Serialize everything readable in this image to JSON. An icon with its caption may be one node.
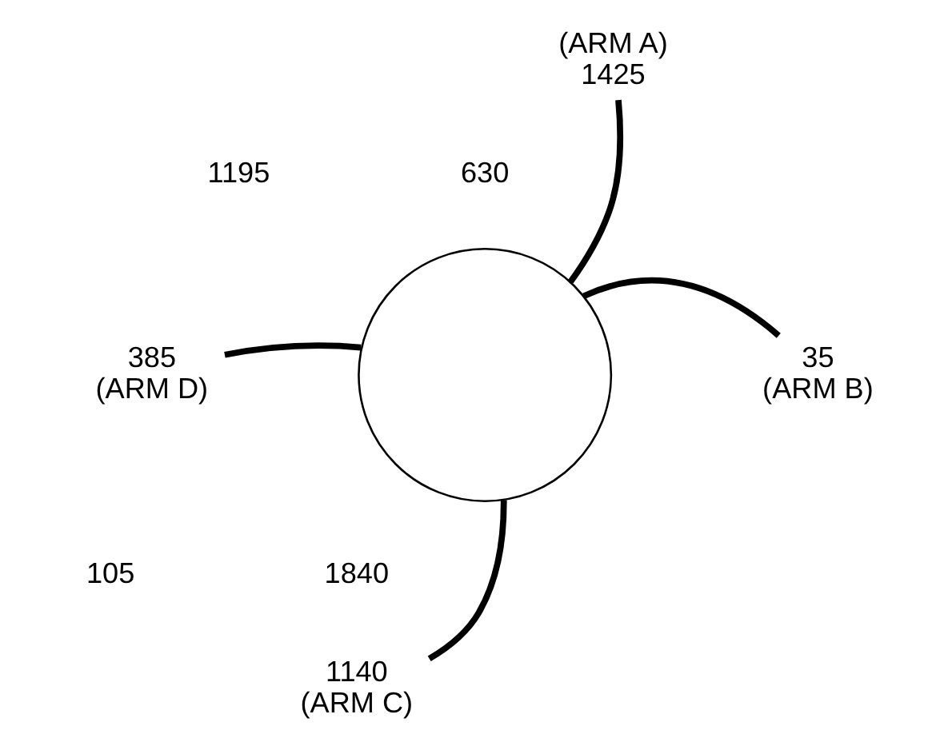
{
  "diagram": {
    "nodes": [
      {
        "text": [
          "(ARM A)",
          "1425"
        ]
      },
      {
        "text": [],
        "shape": "circle"
      },
      {
        "text": [
          "385",
          "(ARM D)"
        ]
      },
      {
        "text": [
          "35",
          "(ARM B)"
        ]
      },
      {
        "text": [
          "1140",
          "(ARM C)"
        ]
      }
    ],
    "edges": [
      {
        "from": 0,
        "to": 1,
        "arrow": "none"
      },
      {
        "from": 2,
        "to": 1,
        "arrow": "none"
      },
      {
        "from": 3,
        "to": 1,
        "arrow": "none"
      },
      {
        "from": 4,
        "to": 1,
        "arrow": "none"
      }
    ],
    "labels": [
      "630",
      "1195",
      "105",
      "1840"
    ]
  }
}
